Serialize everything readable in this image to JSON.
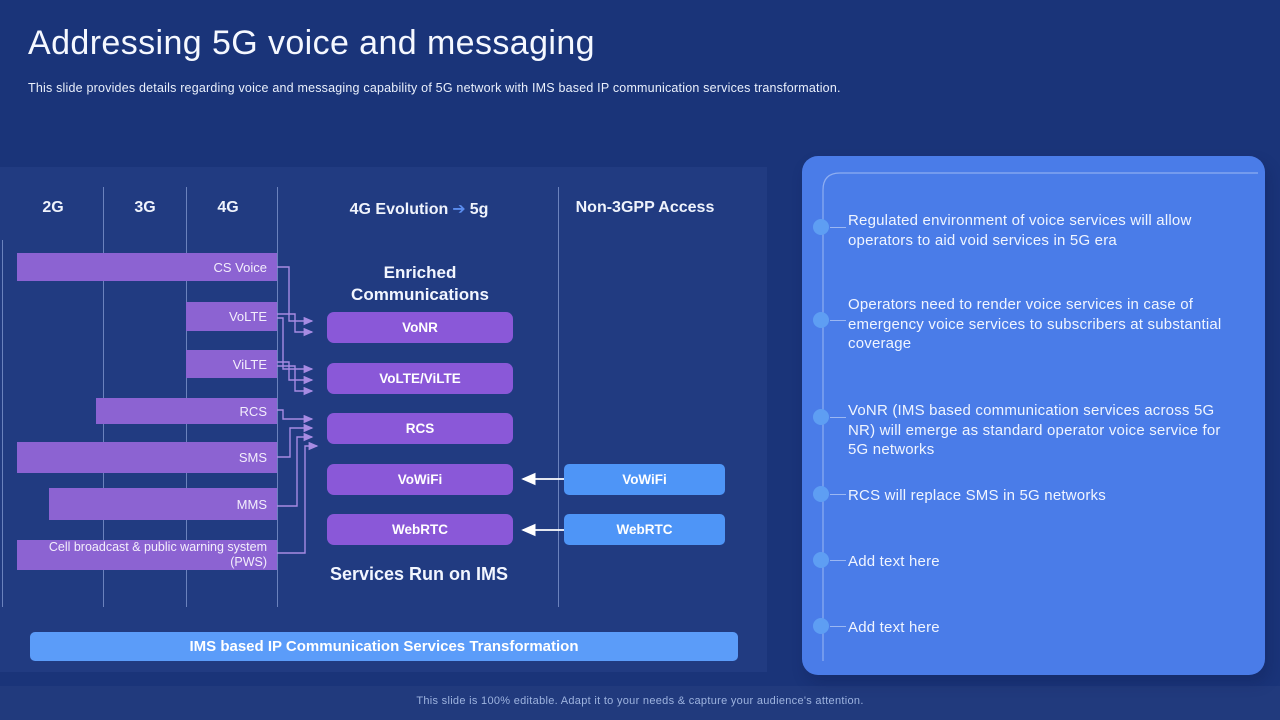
{
  "title": "Addressing 5G voice and messaging",
  "subtitle": "This slide provides details regarding voice and messaging capability of 5G network with IMS based IP communication services transformation.",
  "footer": "This slide is 100% editable. Adapt it to your needs & capture your audience's attention.",
  "colors": {
    "background": "#1A3479",
    "diagram_panel": "#213B81",
    "card_blue": "#4A7CE8",
    "bar_purple": "#8C63D2",
    "button_purple": "#8A58D8",
    "button_blue": "#4E95F7",
    "banner_blue": "#5B9CF9",
    "dot_blue": "#5E9EF3",
    "connector_purple": "#A78BE3"
  },
  "diagram": {
    "columns": [
      "2G",
      "3G",
      "4G"
    ],
    "evolution_header": {
      "label": "4G Evolution",
      "target": "5g",
      "arrow_icon": "right-arrow"
    },
    "non3gpp_header": "Non-3GPP Access",
    "enriched_title": "Enriched Communications",
    "services_title": "Services Run on IMS",
    "bars": [
      "CS Voice",
      "VoLTE",
      "ViLTE",
      "RCS",
      "SMS",
      "MMS",
      "Cell broadcast & public warning system (PWS)"
    ],
    "ims_buttons": [
      "VoNR",
      "VoLTE/ViLTE",
      "RCS",
      "VoWiFi",
      "WebRTC"
    ],
    "non3gpp_buttons": [
      "VoWiFi",
      "WebRTC"
    ],
    "banner": "IMS based IP Communication Services Transformation"
  },
  "notes": [
    "Regulated environment of voice services will allow operators to aid void services in 5G era",
    "Operators need to render voice services in case of emergency voice services to subscribers at substantial coverage",
    "VoNR (IMS based communication services across 5G NR) will emerge as standard operator voice service for 5G networks",
    "RCS will replace SMS in 5G networks",
    "Add text here",
    "Add text here"
  ]
}
